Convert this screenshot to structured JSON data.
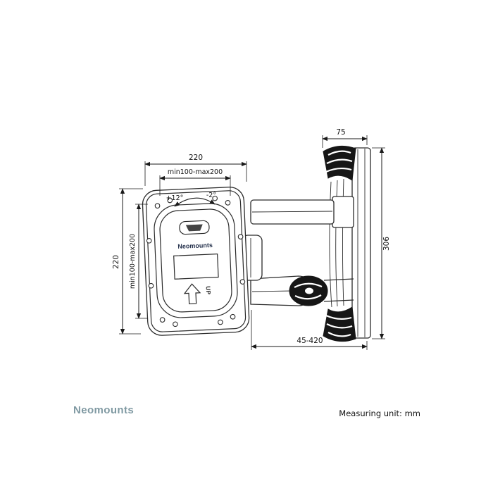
{
  "colors": {
    "line": "#2b2b2b",
    "brand": "#7f99a2",
    "plate_logo_text": "#26324d"
  },
  "drawing": {
    "plate_logo": "Neomounts",
    "up_label": "UP"
  },
  "dimensions": {
    "plate_width": "220",
    "plate_height": "220",
    "vesa_horizontal": "min100-max200",
    "vesa_vertical": "min100-max200",
    "tilt_up": "+12°",
    "tilt_down": "-2°",
    "wall_bracket_depth": "75",
    "wall_bracket_height": "306",
    "extension_range": "45-420"
  },
  "footer": {
    "brand": "Neomounts",
    "measuring_unit": "Measuring unit: mm"
  }
}
